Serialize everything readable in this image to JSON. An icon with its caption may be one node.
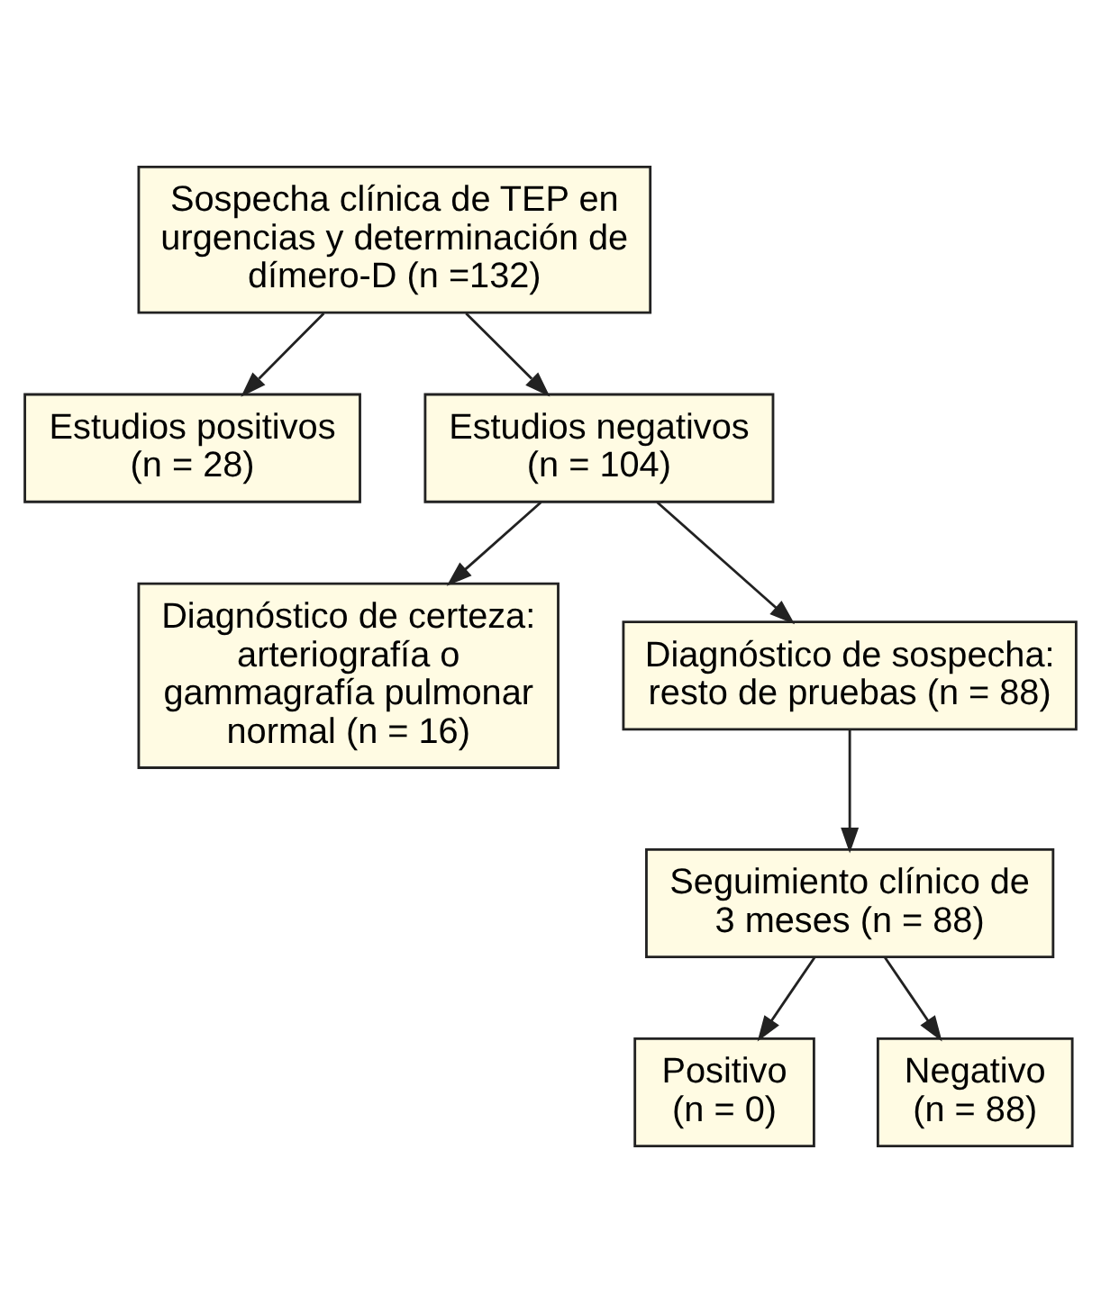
{
  "diagram": {
    "nodes": [
      {
        "text": [
          "Sospecha clínica de TEP en urgencias y determinación de dímero-D (n =132)"
        ]
      },
      {
        "text": [
          "Estudios positivos (n = 28)"
        ]
      },
      {
        "text": [
          "Estudios negativos (n = 104)"
        ]
      },
      {
        "text": [
          "Diagnóstico de certeza: arteriografía o gammagrafía pulmonar normal (n = 16)"
        ]
      },
      {
        "text": [
          "Diagnóstico de sospecha: resto de pruebas (n = 88)"
        ]
      },
      {
        "text": [
          "Seguimiento clínico de 3 meses (n = 88)"
        ]
      },
      {
        "text": [
          "Positivo (n = 0)"
        ]
      },
      {
        "text": [
          "Negativo (n = 88)"
        ]
      }
    ],
    "edges": [
      {
        "from": 0,
        "to": 1,
        "arrow": "to"
      },
      {
        "from": 0,
        "to": 2,
        "arrow": "to"
      },
      {
        "from": 2,
        "to": 3,
        "arrow": "to"
      },
      {
        "from": 2,
        "to": 4,
        "arrow": "to"
      },
      {
        "from": 4,
        "to": 5,
        "arrow": "to"
      },
      {
        "from": 5,
        "to": 6,
        "arrow": "to"
      },
      {
        "from": 5,
        "to": 7,
        "arrow": "to"
      }
    ]
  }
}
